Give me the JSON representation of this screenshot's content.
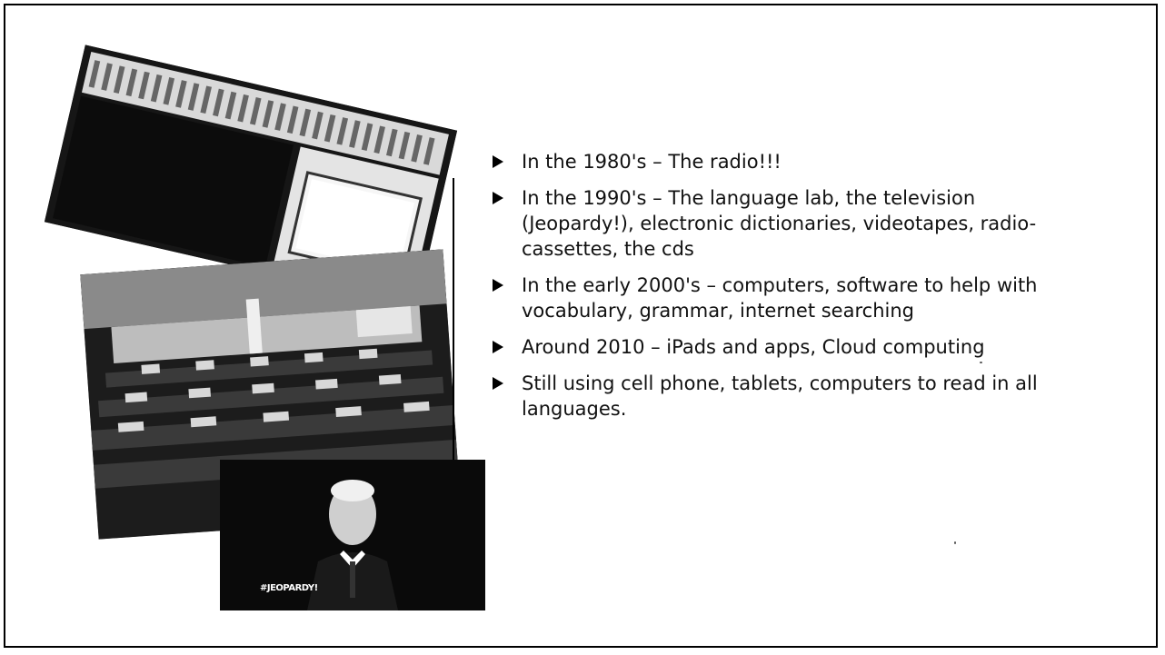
{
  "bullets": [
    {
      "text": "In the 1980's – The radio!!!"
    },
    {
      "text": "In the 1990's – The language lab, the television (Jeopardy!), electronic dictionaries, videotapes, radio-cassettes, the cds"
    },
    {
      "text": "In the early 2000's – computers, software to help with vocabulary, grammar, internet searching"
    },
    {
      "text": "Around 2010 – iPads and apps, Cloud computing"
    },
    {
      "text": "Still using cell phone, tablets, computers to read in all languages."
    }
  ],
  "jeopardy_caption": "#JEOPARDY!"
}
